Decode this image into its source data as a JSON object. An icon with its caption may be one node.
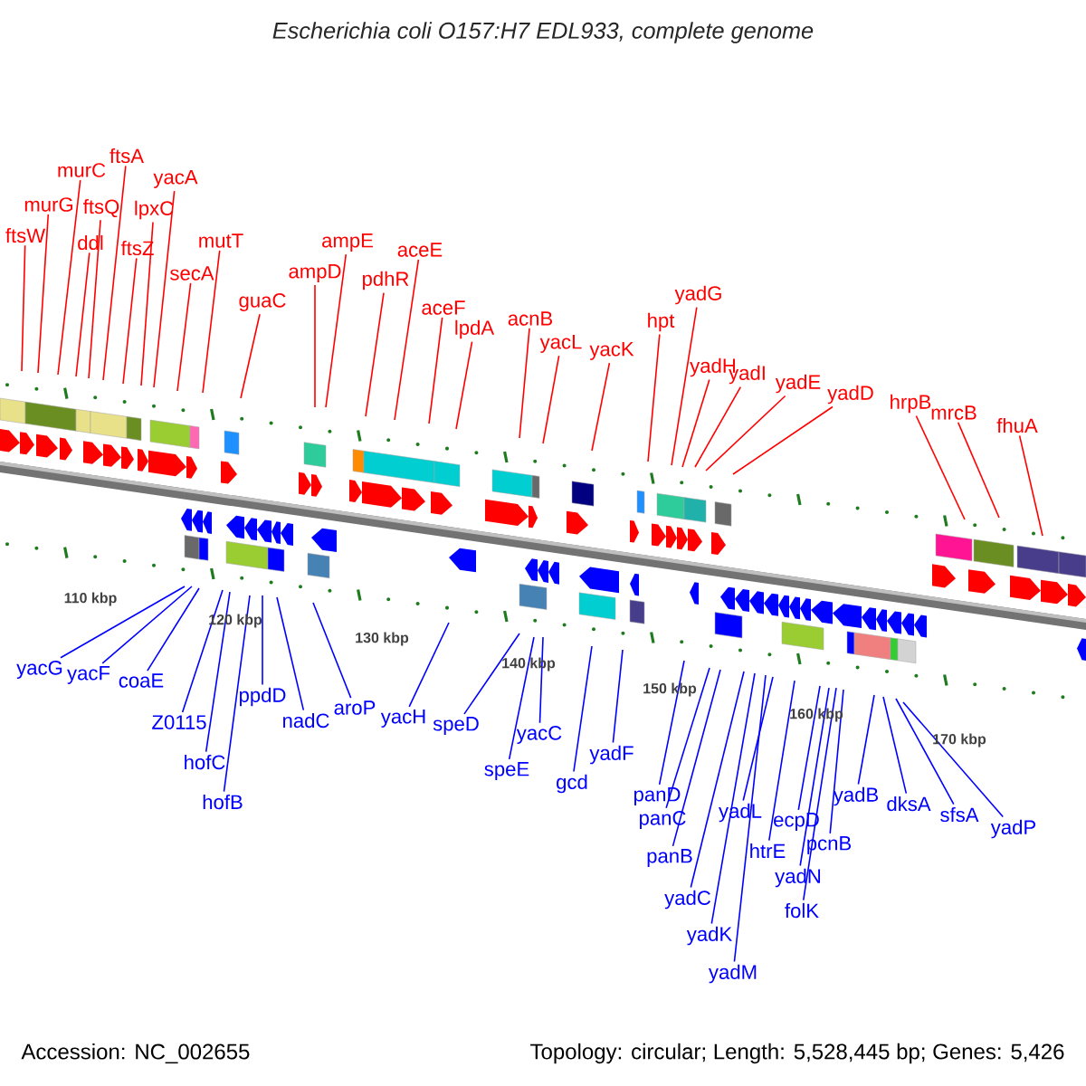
{
  "diagram": {
    "title": "Escherichia coli O157:H7 EDL933, complete genome",
    "nodes": [
      {
        "text": [
          "ftsW"
        ]
      },
      {
        "text": [
          "murG"
        ]
      },
      {
        "text": [
          "murC"
        ]
      },
      {
        "text": [
          "ddl"
        ]
      },
      {
        "text": [
          "ftsQ"
        ]
      },
      {
        "text": [
          "ftsA"
        ]
      },
      {
        "text": [
          "ftsZ"
        ]
      },
      {
        "text": [
          "lpxC"
        ]
      },
      {
        "text": [
          "yacA"
        ]
      },
      {
        "text": [
          "secA"
        ]
      },
      {
        "text": [
          "mutT"
        ]
      },
      {
        "text": [
          "guaC"
        ]
      },
      {
        "text": [
          "ampD"
        ]
      },
      {
        "text": [
          "ampE"
        ]
      },
      {
        "text": [
          "pdhR"
        ]
      },
      {
        "text": [
          "aceE"
        ]
      },
      {
        "text": [
          "aceF"
        ]
      },
      {
        "text": [
          "lpdA"
        ]
      },
      {
        "text": [
          "acnB"
        ]
      },
      {
        "text": [
          "yacL"
        ]
      },
      {
        "text": [
          "yacK"
        ]
      },
      {
        "text": [
          "hpt"
        ]
      },
      {
        "text": [
          "yadG"
        ]
      },
      {
        "text": [
          "yadH"
        ]
      },
      {
        "text": [
          "yadI"
        ]
      },
      {
        "text": [
          "yadE"
        ]
      },
      {
        "text": [
          "yadD"
        ]
      },
      {
        "text": [
          "hrpB"
        ]
      },
      {
        "text": [
          "mrcB"
        ]
      },
      {
        "text": [
          "fhuA"
        ]
      },
      {
        "text": [
          "yacG"
        ]
      },
      {
        "text": [
          "yacF"
        ]
      },
      {
        "text": [
          "coaE"
        ]
      },
      {
        "text": [
          "Z0115"
        ]
      },
      {
        "text": [
          "hofC"
        ]
      },
      {
        "text": [
          "hofB"
        ]
      },
      {
        "text": [
          "ppdD"
        ]
      },
      {
        "text": [
          "nadC"
        ]
      },
      {
        "text": [
          "aroP"
        ]
      },
      {
        "text": [
          "yacH"
        ]
      },
      {
        "text": [
          "speD"
        ]
      },
      {
        "text": [
          "speE"
        ]
      },
      {
        "text": [
          "yacC"
        ]
      },
      {
        "text": [
          "gcd"
        ]
      },
      {
        "text": [
          "yadF"
        ]
      },
      {
        "text": [
          "panD"
        ]
      },
      {
        "text": [
          "panC"
        ]
      },
      {
        "text": [
          "panB"
        ]
      },
      {
        "text": [
          "yadC"
        ]
      },
      {
        "text": [
          "yadK"
        ]
      },
      {
        "text": [
          "yadM"
        ]
      },
      {
        "text": [
          "yadL"
        ]
      },
      {
        "text": [
          "htrE"
        ]
      },
      {
        "text": [
          "ecpD"
        ]
      },
      {
        "text": [
          "yadN"
        ]
      },
      {
        "text": [
          "folK"
        ]
      },
      {
        "text": [
          "pcnB"
        ]
      },
      {
        "text": [
          "yadB"
        ]
      },
      {
        "text": [
          "dksA"
        ]
      },
      {
        "text": [
          "sfsA"
        ]
      },
      {
        "text": [
          "yadP"
        ]
      }
    ],
    "edges": [
      {
        "from": 0,
        "to": null,
        "arrow": "none",
        "color": "#ff0000"
      },
      {
        "from": 1,
        "to": null,
        "arrow": "none",
        "color": "#ff0000"
      },
      {
        "from": 2,
        "to": null,
        "arrow": "none",
        "color": "#ff0000"
      },
      {
        "from": 3,
        "to": null,
        "arrow": "none",
        "color": "#ff0000"
      },
      {
        "from": 4,
        "to": null,
        "arrow": "none",
        "color": "#ff0000"
      },
      {
        "from": 5,
        "to": null,
        "arrow": "none",
        "color": "#ff0000"
      },
      {
        "from": 6,
        "to": null,
        "arrow": "none",
        "color": "#ff0000"
      },
      {
        "from": 7,
        "to": null,
        "arrow": "none",
        "color": "#ff0000"
      },
      {
        "from": 8,
        "to": null,
        "arrow": "none",
        "color": "#ff0000"
      },
      {
        "from": 9,
        "to": null,
        "arrow": "none",
        "color": "#ff0000"
      },
      {
        "from": 10,
        "to": null,
        "arrow": "none",
        "color": "#ff0000"
      },
      {
        "from": 11,
        "to": null,
        "arrow": "none",
        "color": "#ff0000"
      },
      {
        "from": 12,
        "to": null,
        "arrow": "none",
        "color": "#ff0000"
      },
      {
        "from": 13,
        "to": null,
        "arrow": "none",
        "color": "#ff0000"
      },
      {
        "from": 14,
        "to": null,
        "arrow": "none",
        "color": "#ff0000"
      },
      {
        "from": 15,
        "to": null,
        "arrow": "none",
        "color": "#ff0000"
      },
      {
        "from": 16,
        "to": null,
        "arrow": "none",
        "color": "#ff0000"
      },
      {
        "from": 17,
        "to": null,
        "arrow": "none",
        "color": "#ff0000"
      },
      {
        "from": 18,
        "to": null,
        "arrow": "none",
        "color": "#ff0000"
      },
      {
        "from": 19,
        "to": null,
        "arrow": "none",
        "color": "#ff0000"
      },
      {
        "from": 20,
        "to": null,
        "arrow": "none",
        "color": "#ff0000"
      },
      {
        "from": 21,
        "to": null,
        "arrow": "none",
        "color": "#ff0000"
      },
      {
        "from": 22,
        "to": null,
        "arrow": "none",
        "color": "#ff0000"
      },
      {
        "from": 23,
        "to": null,
        "arrow": "none",
        "color": "#ff0000"
      },
      {
        "from": 24,
        "to": null,
        "arrow": "none",
        "color": "#ff0000"
      },
      {
        "from": 25,
        "to": null,
        "arrow": "none",
        "color": "#ff0000"
      },
      {
        "from": 26,
        "to": null,
        "arrow": "none",
        "color": "#ff0000"
      },
      {
        "from": 27,
        "to": null,
        "arrow": "none",
        "color": "#ff0000"
      },
      {
        "from": 28,
        "to": null,
        "arrow": "none",
        "color": "#ff0000"
      },
      {
        "from": 29,
        "to": null,
        "arrow": "none",
        "color": "#ff0000"
      },
      {
        "from": 30,
        "to": null,
        "arrow": "none"
      },
      {
        "from": 31,
        "to": null,
        "arrow": "none"
      },
      {
        "from": 32,
        "to": null,
        "arrow": "none"
      },
      {
        "from": 33,
        "to": null,
        "arrow": "none"
      },
      {
        "from": 34,
        "to": null,
        "arrow": "none"
      },
      {
        "from": 35,
        "to": null,
        "arrow": "none"
      },
      {
        "from": 36,
        "to": null,
        "arrow": "none"
      },
      {
        "from": 37,
        "to": null,
        "arrow": "none"
      },
      {
        "from": 38,
        "to": null,
        "arrow": "none"
      },
      {
        "from": 39,
        "to": null,
        "arrow": "none"
      },
      {
        "from": 40,
        "to": null,
        "arrow": "none"
      },
      {
        "from": 41,
        "to": null,
        "arrow": "none"
      },
      {
        "from": 42,
        "to": null,
        "arrow": "none"
      },
      {
        "from": 43,
        "to": null,
        "arrow": "none"
      },
      {
        "from": 44,
        "to": null,
        "arrow": "none"
      },
      {
        "from": 45,
        "to": null,
        "arrow": "none"
      },
      {
        "from": 46,
        "to": null,
        "arrow": "none"
      },
      {
        "from": 47,
        "to": null,
        "arrow": "none"
      },
      {
        "from": 48,
        "to": null,
        "arrow": "none"
      },
      {
        "from": 49,
        "to": null,
        "arrow": "none"
      },
      {
        "from": 50,
        "to": null,
        "arrow": "none"
      },
      {
        "from": 51,
        "to": null,
        "arrow": "none"
      },
      {
        "from": 52,
        "to": null,
        "arrow": "none"
      },
      {
        "from": 53,
        "to": null,
        "arrow": "none"
      },
      {
        "from": 54,
        "to": null,
        "arrow": "none"
      },
      {
        "from": 55,
        "to": null,
        "arrow": "none"
      },
      {
        "from": 56,
        "to": null,
        "arrow": "none"
      },
      {
        "from": 57,
        "to": null,
        "arrow": "none"
      },
      {
        "from": 58,
        "to": null,
        "arrow": "none"
      },
      {
        "from": 59,
        "to": null,
        "arrow": "none"
      },
      {
        "from": 60,
        "to": null,
        "arrow": "none"
      }
    ],
    "labels": [
      "110 kbp",
      "120 kbp",
      "130 kbp",
      "140 kbp",
      "150 kbp",
      "160 kbp",
      "170 kbp",
      "Accession: NC_002655",
      "Topology: circular; Length: 5,528,445 bp; Genes: 5,426"
    ]
  }
}
